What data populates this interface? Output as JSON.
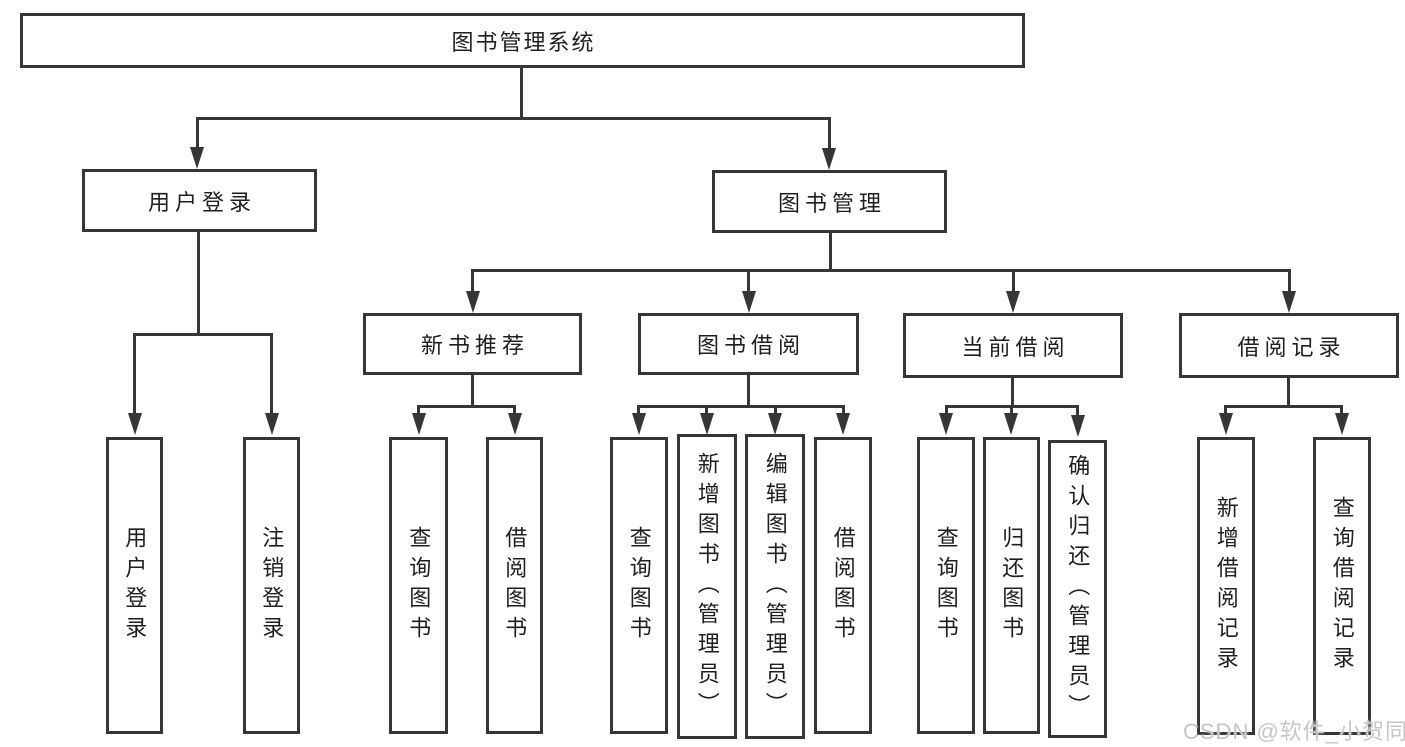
{
  "diagram": {
    "type": "tree-structure-diagram",
    "colors": {
      "line": "#363636",
      "box_border": "#363636",
      "text": "#1f1f1f",
      "background": "#ffffff",
      "watermark": "#c6c6c6"
    }
  },
  "tree": {
    "label": "图书管理系统",
    "children": [
      {
        "label": "用户登录",
        "children": [
          {
            "label": "用户登录"
          },
          {
            "label": "注销登录"
          }
        ]
      },
      {
        "label": "图书管理",
        "children": [
          {
            "label": "新书推荐",
            "children": [
              {
                "label": "查询图书"
              },
              {
                "label": "借阅图书"
              }
            ]
          },
          {
            "label": "图书借阅",
            "children": [
              {
                "label": "查询图书"
              },
              {
                "label": "新增图书（管理员）"
              },
              {
                "label": "编辑图书（管理员）"
              },
              {
                "label": "借阅图书"
              }
            ]
          },
          {
            "label": "当前借阅",
            "children": [
              {
                "label": "查询图书"
              },
              {
                "label": "归还图书"
              },
              {
                "label": "确认归还（管理员）"
              }
            ]
          },
          {
            "label": "借阅记录",
            "children": [
              {
                "label": "新增借阅记录"
              },
              {
                "label": "查询借阅记录"
              }
            ]
          }
        ]
      }
    ]
  },
  "watermark": {
    "text": "CSDN @软件_小贺同学"
  }
}
